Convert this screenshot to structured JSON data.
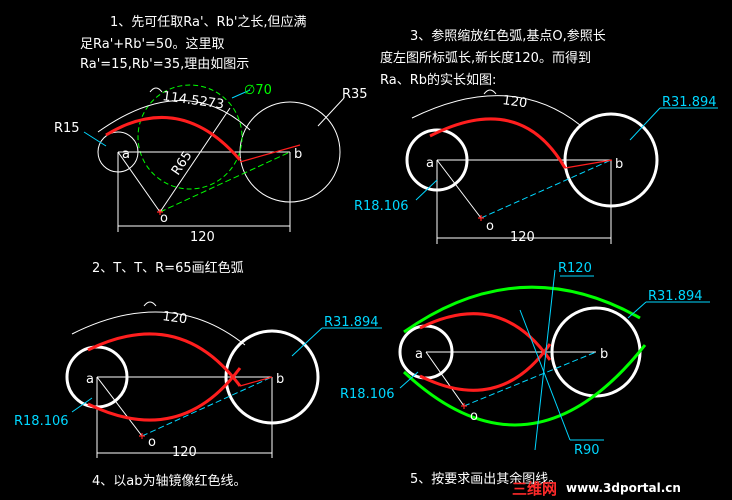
{
  "panel1": {
    "note_line1": "1、先可任取Ra'、Rb'之长,但应满",
    "note_line2": "足Ra'+Rb'=50。这里取",
    "note_line3": "Ra'=15,Rb'=35,理由如图示",
    "arc_len": "114.5273",
    "diam": "∅70",
    "r_small": "R15",
    "r_big": "R35",
    "r_mid": "R65",
    "pt_a": "a",
    "pt_b": "b",
    "pt_o": "o",
    "dim_ab": "120",
    "caption": "2、T、T、R=65画红色弧"
  },
  "panel2": {
    "note_line1": "3、参照缩放红色弧,基点O,参照长",
    "note_line2": "度左图所标弧长,新长度120。而得到",
    "note_line3": "Ra、Rb的实长如图:",
    "arc_len": "120",
    "r_big": "R31.894",
    "r_small": "R18.106",
    "pt_a": "a",
    "pt_b": "b",
    "pt_o": "o",
    "dim_ab": "120"
  },
  "panel3": {
    "arc_len": "120",
    "r_big": "R31.894",
    "r_small": "R18.106",
    "pt_a": "a",
    "pt_b": "b",
    "pt_o": "o",
    "dim_ab": "120",
    "caption": "4、以ab为轴镜像红色线。"
  },
  "panel4": {
    "r120": "R120",
    "r_big": "R31.894",
    "r_small": "R18.106",
    "r90": "R90",
    "pt_a": "a",
    "pt_b": "b",
    "pt_o": "o",
    "caption": "5、按要求画出其余图线。"
  },
  "watermark": {
    "brand": "三维网",
    "url": "www.3dportal.cn"
  },
  "colors": {
    "red": "#ff1e1e",
    "white": "#ffffff",
    "cyan": "#00d7ff",
    "green": "#00ff00"
  }
}
